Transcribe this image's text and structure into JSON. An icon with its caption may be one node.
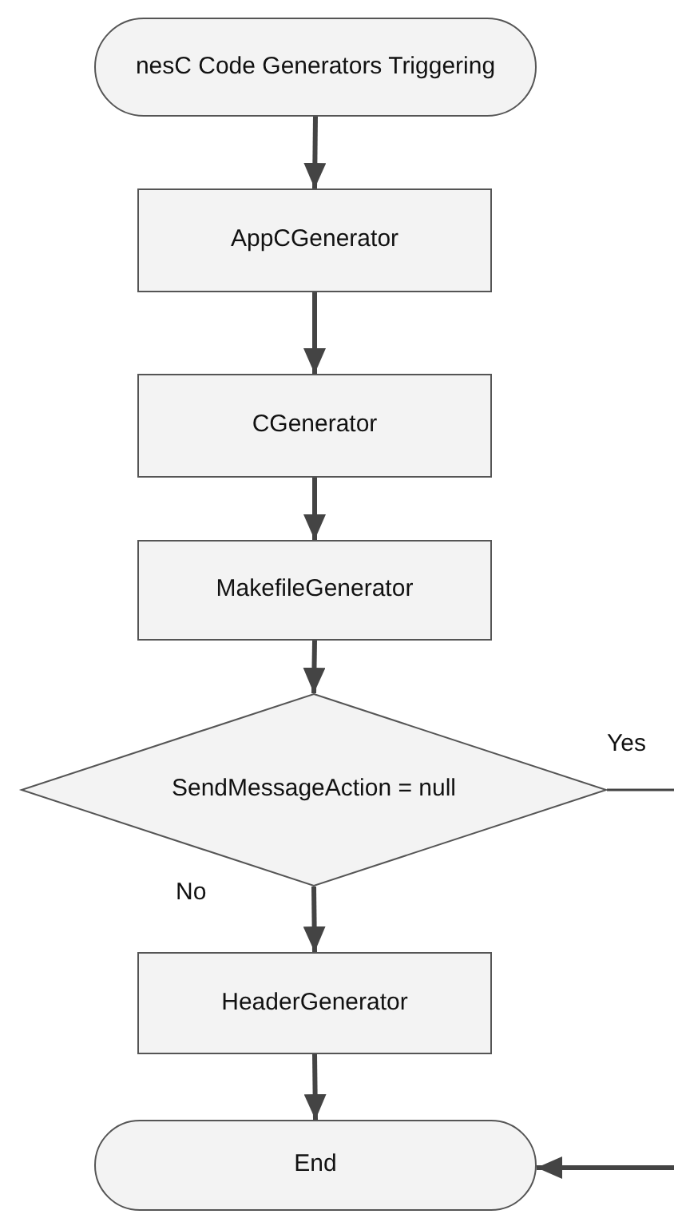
{
  "diagram": {
    "nodes": [
      {
        "text": [
          "nesC Code Generators Triggering"
        ]
      },
      {
        "text": [
          "AppCGenerator"
        ]
      },
      {
        "text": [
          "CGenerator"
        ]
      },
      {
        "text": [
          "MakefileGenerator"
        ]
      },
      {
        "text": [
          "SendMessageAction = null"
        ]
      },
      {
        "text": [
          "HeaderGenerator"
        ]
      },
      {
        "text": [
          "End"
        ]
      }
    ],
    "edges": [
      {
        "from": 0,
        "to": 1,
        "arrow": "to"
      },
      {
        "from": 1,
        "to": 2,
        "arrow": "to"
      },
      {
        "from": 2,
        "to": 3,
        "arrow": "to"
      },
      {
        "from": 3,
        "to": 4,
        "arrow": "to"
      },
      {
        "from": 4,
        "to": null,
        "arrow": "none",
        "label": "Yes"
      },
      {
        "from": 4,
        "to": 5,
        "arrow": "to",
        "label": "No"
      },
      {
        "from": 5,
        "to": 6,
        "arrow": "to"
      },
      {
        "from": null,
        "to": 6,
        "arrow": "to"
      }
    ]
  }
}
